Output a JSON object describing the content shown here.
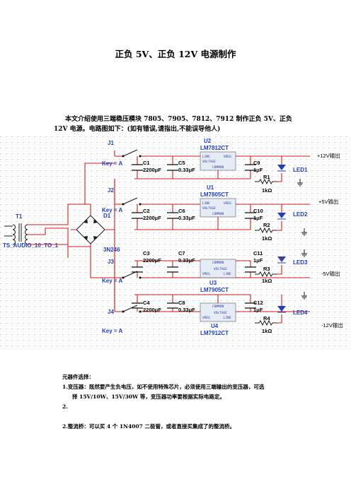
{
  "doc": {
    "title": "正负 5V、正负 12V 电源制作",
    "intro_line1": "本文介绍使用三端稳压模块 7805、7905、7812、7912 制作正负 5V、正负",
    "intro_line2": "12V 电源。电路图如下：(如有错误,请指出,不能误导他人)"
  },
  "schematic": {
    "transformer": "T1",
    "transformer_model": "TS_AUDIO_10_TO_1",
    "bridge": "D1",
    "bridge_model": "3N246",
    "switches": [
      {
        "ref": "J1",
        "key": "Key = A"
      },
      {
        "ref": "J2",
        "key": "Key = A"
      },
      {
        "ref": "J3",
        "key": "Key = A"
      },
      {
        "ref": "J4",
        "key": "Key = A"
      }
    ],
    "rows": [
      {
        "cin": "C1",
        "cin_val": "2200μF",
        "cmid": "C5",
        "cmid_val": "0.33μF",
        "reg": "U2",
        "reg_model": "LM7812CT",
        "reg_pins": [
          "LINE",
          "VREG",
          "VOLTAGE",
          "COMMON"
        ],
        "cout": "C9",
        "cout_val": "1μF",
        "res": "R1",
        "res_val": "1kΩ",
        "led": "LED1",
        "out": "+12V输出"
      },
      {
        "cin": "C2",
        "cin_val": "2200μF",
        "cmid": "C6",
        "cmid_val": "0.33μF",
        "reg": "U1",
        "reg_model": "LM7805CT",
        "reg_pins": [
          "LINE",
          "VREG",
          "VOLTAGE",
          "COMMON"
        ],
        "cout": "C10",
        "cout_val": "1μF",
        "res": "R2",
        "res_val": "1kΩ",
        "led": "LED2",
        "out": "+5V输出"
      },
      {
        "cin": "C3",
        "cin_val": "2200μF",
        "cmid": "C7",
        "cmid_val": "0.33μF",
        "reg": "U3",
        "reg_model": "LM7905CT",
        "reg_pins": [
          "COMMON",
          "VOLTAGE",
          "VREG",
          "LINE"
        ],
        "cout": "C11",
        "cout_val": "1μF",
        "res": "R3",
        "res_val": "1kΩ",
        "led": "LED3",
        "out": "-5V输出"
      },
      {
        "cin": "C4",
        "cin_val": "2200μF",
        "cmid": "C8",
        "cmid_val": "0.33μF",
        "reg": "U4",
        "reg_model": "LM7912CT",
        "reg_pins": [
          "COMMON",
          "VOLTAGE",
          "VREG",
          "LINE"
        ],
        "cout": "C12",
        "cout_val": "1μF",
        "res": "R4",
        "res_val": "1kΩ",
        "led": "LED4",
        "out": "-12V输出"
      }
    ],
    "colors": {
      "wire": "#cc1e1e",
      "label": "#1f3fbf",
      "regulator_fill": "#e6ecf6"
    }
  },
  "sections": {
    "heading": "元器件选择：",
    "item1_line1": "1.变压器：既然要产生负电压，如不使用特殊芯片，必须使用三端输出的变压器，可选",
    "item1_line2": "择 15V/10W、15V/30W 等，变压器功率要根据实际电路定。",
    "item2_line1": "2.",
    "item3_line1": "2.整流桥：可以买 4 个 1N4007 二极管，或者直接买集成了的整流桥。"
  }
}
